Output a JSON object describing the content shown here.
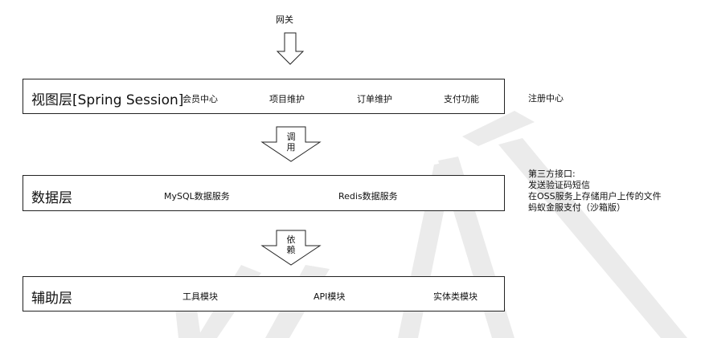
{
  "gateway": {
    "label": "网关"
  },
  "layers": {
    "view": {
      "title": "视图层[Spring Session]",
      "modules": [
        "会员中心",
        "项目维护",
        "订单维护",
        "支付功能"
      ]
    },
    "data": {
      "title": "数据层",
      "modules": [
        "MySQL数据服务",
        "Redis数据服务"
      ]
    },
    "support": {
      "title": "辅助层",
      "modules": [
        "工具模块",
        "API模块",
        "实体类模块"
      ]
    }
  },
  "side": {
    "registry": "注册中心"
  },
  "arrows": {
    "call": [
      "调",
      "用"
    ],
    "depend": [
      "依",
      "赖"
    ]
  },
  "third_party": {
    "title": "第三方接口:",
    "items": [
      "发送验证码短信",
      "在OSS服务上存储用户上传的文件",
      "蚂蚁金服支付（沙箱版）"
    ]
  },
  "colors": {
    "stroke": "#222222",
    "watermark": "#e8e8e8"
  }
}
